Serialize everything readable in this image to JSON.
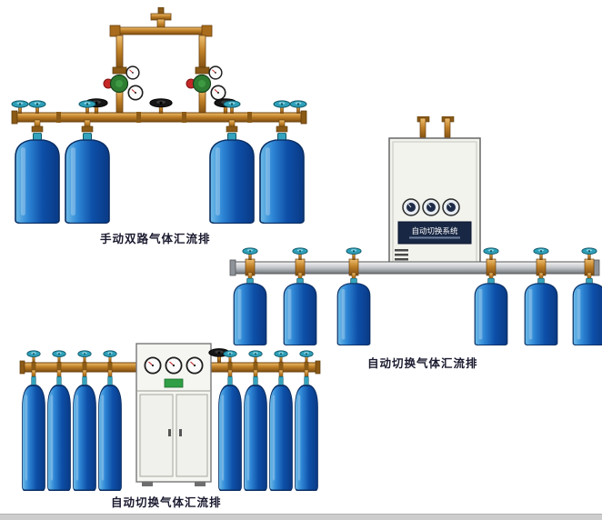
{
  "page": {
    "background_color": "#ffffff",
    "footer_bar_color": "#cdcdcd"
  },
  "illustrations": {
    "manual_dual": {
      "caption": "手动双路气体汇流排",
      "cylinder_count": 4,
      "regulator_count": 2,
      "black_handwheel_count": 3
    },
    "auto_switch_wall": {
      "caption": "自动切换气体汇流排",
      "cabinet_plate_text": "自动切换系统",
      "cylinder_count": 6,
      "gauge_count": 3
    },
    "auto_switch_cabinet": {
      "caption": "自动切换气体汇流排",
      "cylinder_count": 8,
      "gauge_count": 3
    }
  },
  "colors": {
    "cylinder_blue": "#0d4fa8",
    "brass_pipe": "#c08128",
    "teal_valve": "#2f9fb8",
    "silver_pipe": "#c2c6ca",
    "cabinet_body": "#f5f5f1",
    "caption_text": "#1b1b30"
  }
}
